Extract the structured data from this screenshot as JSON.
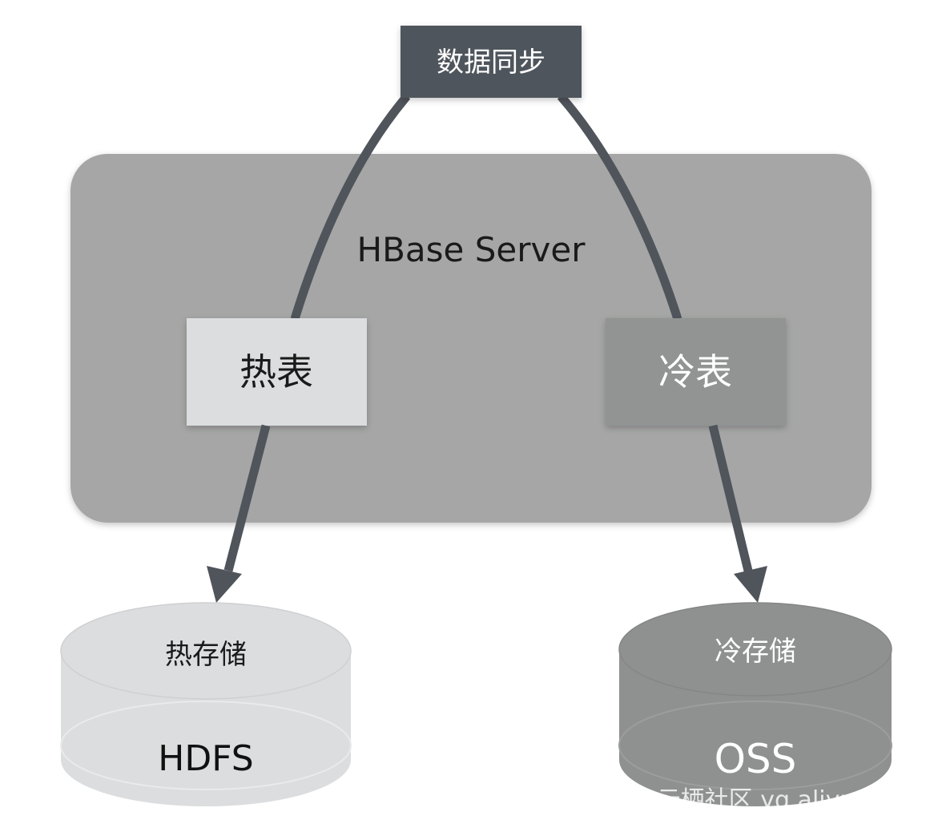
{
  "colors": {
    "sync_box": "#50545b",
    "server_panel": "#a5a6a5",
    "hot_table": "#dcdddf",
    "cold_table": "#929494",
    "hot_storage": "#dcdddf",
    "cold_storage": "#8f9190",
    "connector": "#50545b",
    "background": "#ffffff"
  },
  "data_sync": {
    "label": "数据同步"
  },
  "server": {
    "label": "HBase Server"
  },
  "hot_table": {
    "label": "热表"
  },
  "cold_table": {
    "label": "冷表"
  },
  "hot_storage": {
    "title": "热存储",
    "name": "HDFS"
  },
  "cold_storage": {
    "title": "冷存储",
    "name": "OSS"
  },
  "watermark": {
    "text": "云栖社区 yq.aliyun.com"
  }
}
